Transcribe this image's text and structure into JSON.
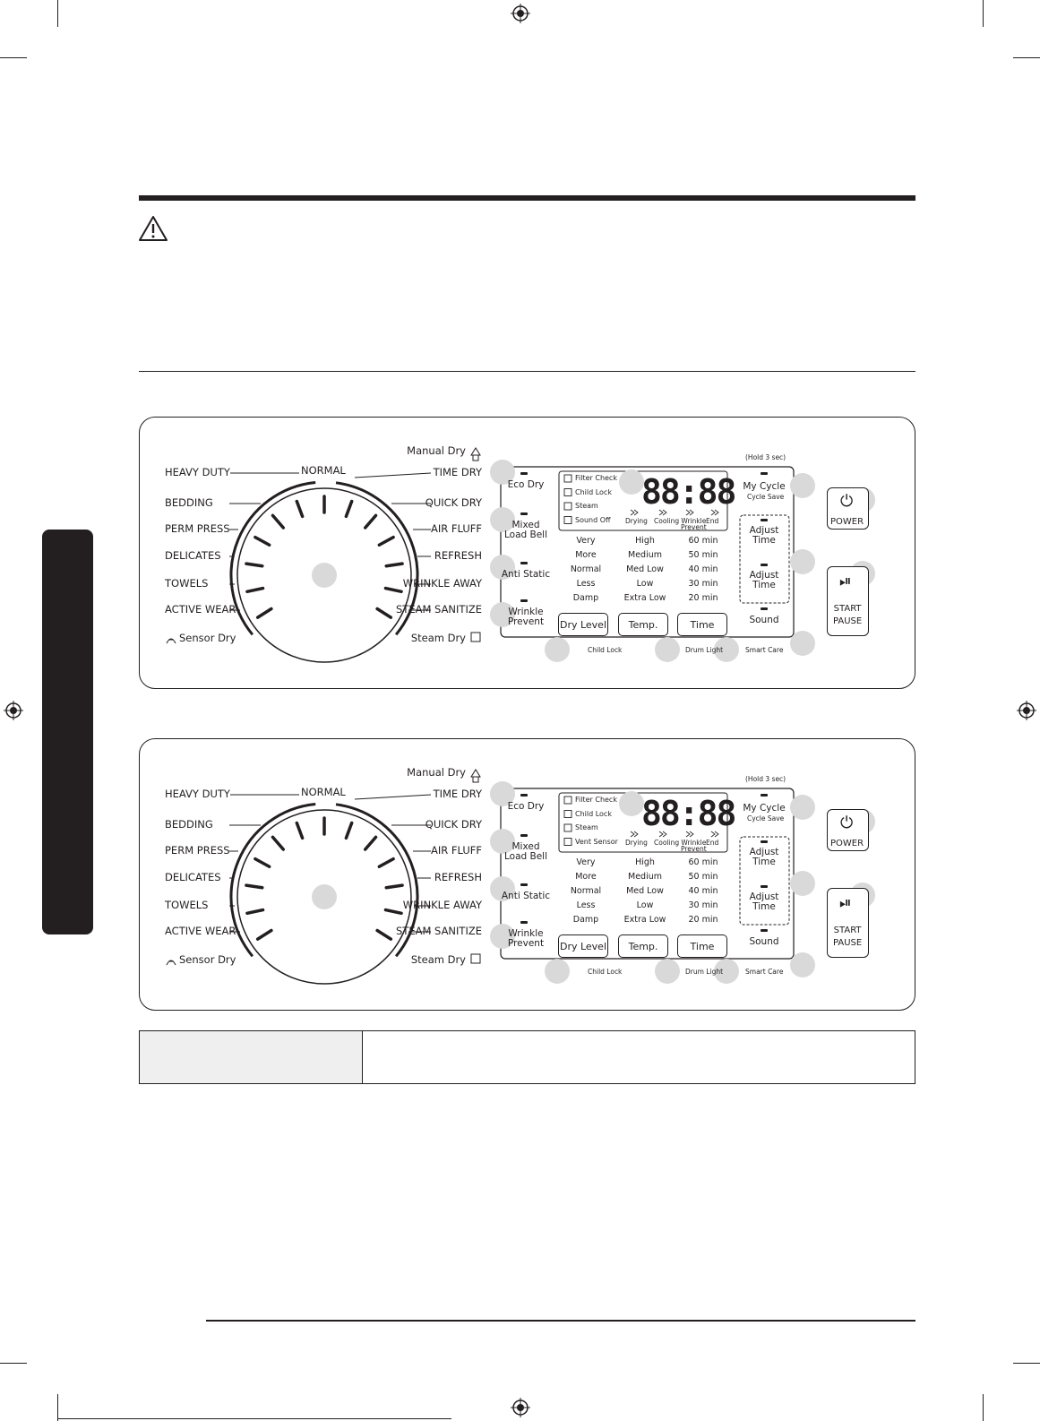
{
  "panels": [
    {
      "cycles_left": [
        "HEAVY DUTY",
        "BEDDING",
        "PERM PRESS",
        "DELICATES",
        "TOWELS",
        "ACTIVE WEAR"
      ],
      "cycle_top": "NORMAL",
      "cycles_right": [
        "TIME DRY",
        "QUICK DRY",
        "AIR FLUFF",
        "REFRESH",
        "WRINKLE AWAY",
        "STEAM SANITIZE"
      ],
      "manual_dry": "Manual Dry",
      "sensor_dry": "Sensor Dry",
      "steam_dry": "Steam Dry",
      "hold": "(Hold 3 sec)",
      "options_left": [
        "Eco Dry",
        "Mixed\nLoad Bell",
        "Anti Static",
        "Wrinkle\nPrevent"
      ],
      "status": [
        "Filter Check",
        "Child Lock",
        "Steam",
        "Sound Off"
      ],
      "display": "88:88",
      "progress": [
        "Drying",
        "Cooling",
        "Wrinkle\nPrevent",
        "End"
      ],
      "dry_levels": [
        "Very",
        "More",
        "Normal",
        "Less",
        "Damp"
      ],
      "temps": [
        "High",
        "Medium",
        "Med Low",
        "Low",
        "Extra Low"
      ],
      "times": [
        "60 min",
        "50 min",
        "40 min",
        "30 min",
        "20 min"
      ],
      "buttons": [
        "Dry Level",
        "Temp.",
        "Time"
      ],
      "child_lock": "Child Lock",
      "drum_light": "Drum Light",
      "smart_care": "Smart Care",
      "my_cycle": "My Cycle",
      "cycle_save": "Cycle Save",
      "adjust_time": "Adjust\nTime",
      "sound": "Sound",
      "power": "POWER",
      "start_pause": "START\nPAUSE"
    },
    {
      "cycles_left": [
        "HEAVY DUTY",
        "BEDDING",
        "PERM PRESS",
        "DELICATES",
        "TOWELS",
        "ACTIVE WEAR"
      ],
      "cycle_top": "NORMAL",
      "cycles_right": [
        "TIME DRY",
        "QUICK DRY",
        "AIR FLUFF",
        "REFRESH",
        "WRINKLE AWAY",
        "STEAM SANITIZE"
      ],
      "manual_dry": "Manual Dry",
      "sensor_dry": "Sensor Dry",
      "steam_dry": "Steam Dry",
      "hold": "(Hold 3 sec)",
      "options_left": [
        "Eco Dry",
        "Mixed\nLoad Bell",
        "Anti Static",
        "Wrinkle\nPrevent"
      ],
      "status": [
        "Filter Check",
        "Child Lock",
        "Steam",
        "Vent Sensor"
      ],
      "display": "88:88",
      "progress": [
        "Drying",
        "Cooling",
        "Wrinkle\nPrevent",
        "End"
      ],
      "dry_levels": [
        "Very",
        "More",
        "Normal",
        "Less",
        "Damp"
      ],
      "temps": [
        "High",
        "Medium",
        "Med Low",
        "Low",
        "Extra Low"
      ],
      "times": [
        "60 min",
        "50 min",
        "40 min",
        "30 min",
        "20 min"
      ],
      "buttons": [
        "Dry Level",
        "Temp.",
        "Time"
      ],
      "child_lock": "Child Lock",
      "drum_light": "Drum Light",
      "smart_care": "Smart Care",
      "my_cycle": "My Cycle",
      "cycle_save": "Cycle Save",
      "adjust_time": "Adjust\nTime",
      "sound": "Sound",
      "power": "POWER",
      "start_pause": "START\nPAUSE"
    }
  ]
}
